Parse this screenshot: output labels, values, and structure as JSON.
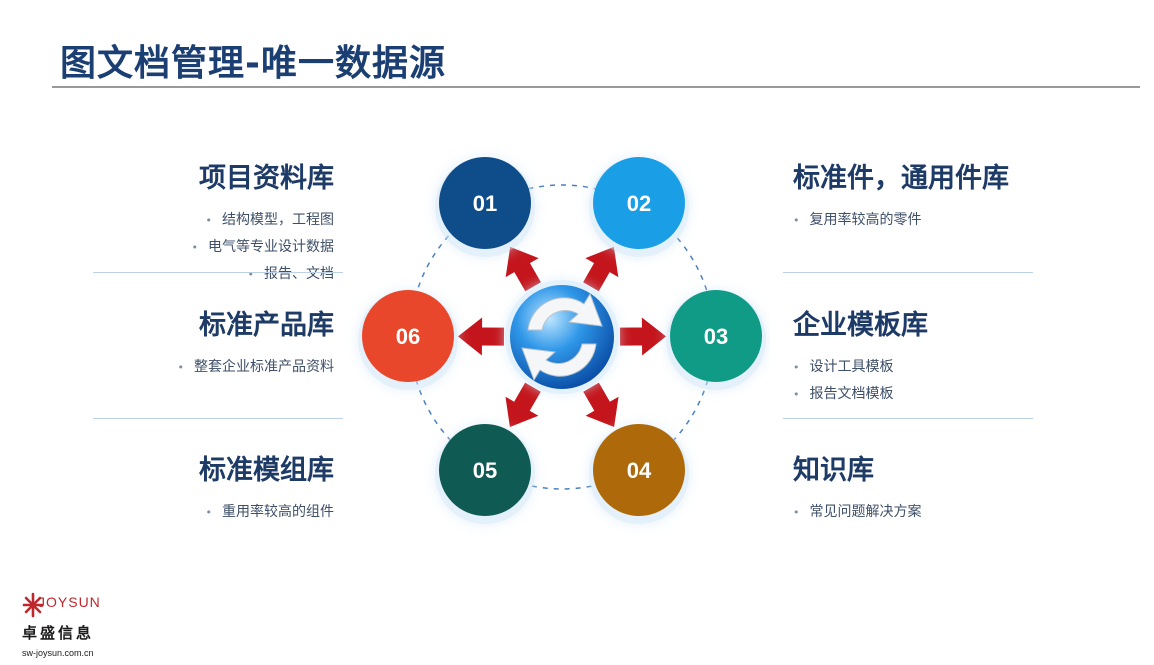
{
  "title": "图文档管理-唯一数据源",
  "left_sections": [
    {
      "heading": "项目资料库",
      "items": [
        "结构模型，工程图",
        "电气等专业设计数据",
        "报告、文档"
      ]
    },
    {
      "heading": "标准产品库",
      "items": [
        "整套企业标准产品资料"
      ]
    },
    {
      "heading": "标准模组库",
      "items": [
        "重用率较高的组件"
      ]
    }
  ],
  "right_sections": [
    {
      "heading": "标准件，通用件库",
      "items": [
        "复用率较高的零件"
      ]
    },
    {
      "heading": "企业模板库",
      "items": [
        "设计工具模板",
        "报告文档模板"
      ]
    },
    {
      "heading": "知识库",
      "items": [
        "常见问题解决方案"
      ]
    }
  ],
  "nodes": [
    {
      "label": "01",
      "color": "#0f4c8a"
    },
    {
      "label": "02",
      "color": "#1a9fe6"
    },
    {
      "label": "03",
      "color": "#0f9b86"
    },
    {
      "label": "04",
      "color": "#ae6a0a"
    },
    {
      "label": "05",
      "color": "#0f5b54"
    },
    {
      "label": "06",
      "color": "#e8472b"
    }
  ],
  "colors": {
    "title": "#1b3f73",
    "arrow": "#c4151c",
    "hub": "#1e88e0"
  },
  "hub_icon": "sync-arrows-icon",
  "logo": {
    "brand": "JOYSUN",
    "name": "卓盛信息",
    "url": "sw-joysun.com.cn"
  }
}
